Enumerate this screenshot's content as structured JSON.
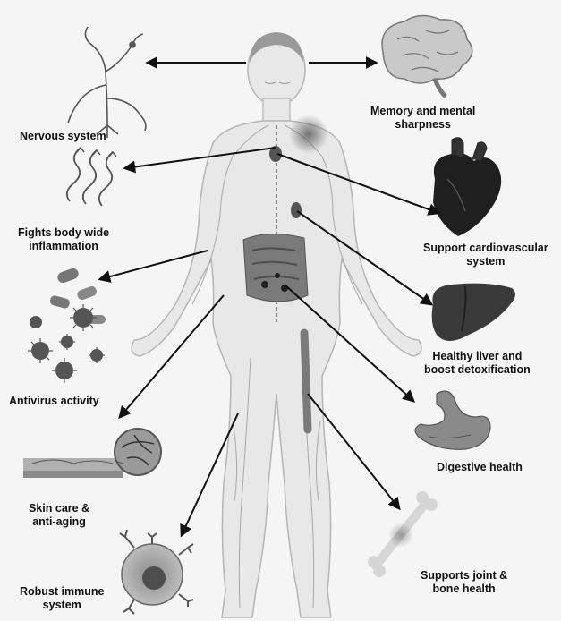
{
  "diagram": {
    "labels": {
      "nervous": [
        "Nervous system"
      ],
      "memory": [
        "Memory and mental",
        "sharpness"
      ],
      "inflammation": [
        "Fights body wide",
        "inflammation"
      ],
      "cardio": [
        "Support cardiovascular",
        "system"
      ],
      "antivirus": [
        "Antivirus activity"
      ],
      "liver": [
        "Healthy liver and",
        "boost detoxification"
      ],
      "digestive": [
        "Digestive health"
      ],
      "skin": [
        "Skin care &",
        "anti-aging"
      ],
      "immune": [
        "Robust immune",
        "system"
      ],
      "joint": [
        "Supports joint &",
        "bone health"
      ]
    },
    "icons": {
      "nervous": "neuron-icon",
      "memory": "brain-icon",
      "inflammation": "wavy-arrows-icon",
      "cardio": "heart-icon",
      "antivirus": "virus-cluster-icon",
      "liver": "liver-icon",
      "digestive": "stomach-icon",
      "skin": "skin-layer-icon",
      "immune": "immune-cell-icon",
      "joint": "bone-icon"
    },
    "colors": {
      "background": "#f5f5f5",
      "body_fill": "#e8e8e8",
      "body_outline": "#b5b5b5",
      "organ_dark": "#1f1f1f",
      "organ_mid": "#6c6c6c",
      "arrow": "#111111",
      "label": "#111111"
    }
  }
}
